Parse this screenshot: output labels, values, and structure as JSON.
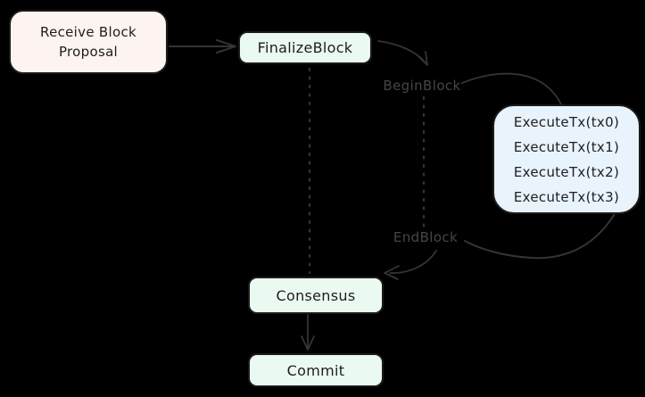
{
  "diagram": {
    "nodes": {
      "receive_proposal": {
        "line1": "Receive Block",
        "line2": "Proposal",
        "fill": "#fdf3f1"
      },
      "finalize_block": {
        "label": "FinalizeBlock",
        "fill": "#eafaf1"
      },
      "execute_txs": {
        "lines": [
          "ExecuteTx(tx0)",
          "ExecuteTx(tx1)",
          "ExecuteTx(tx2)",
          "ExecuteTx(tx3)"
        ],
        "fill": "#e9f3fc"
      },
      "consensus": {
        "label": "Consensus",
        "fill": "#eafaf1"
      },
      "commit": {
        "label": "Commit",
        "fill": "#eafaf1"
      }
    },
    "labels": {
      "begin_block": "BeginBlock",
      "end_block": "EndBlock"
    },
    "colors": {
      "background": "#000000",
      "node_border": "#1b1b1b",
      "node_text": "#1e1e1e",
      "connector": "#343434",
      "phase_label_text": "#464646"
    }
  }
}
